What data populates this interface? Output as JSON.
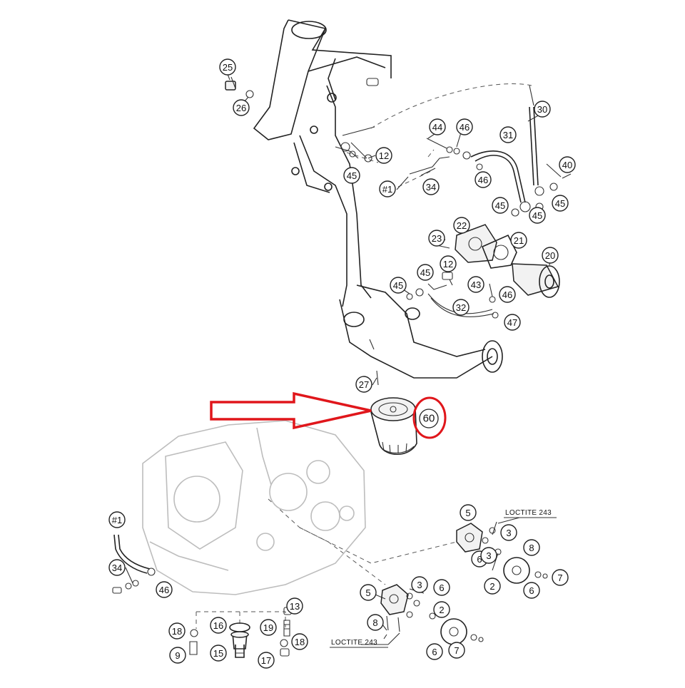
{
  "diagram": {
    "part_numbers": [
      {
        "label": "25"
      },
      {
        "label": "26"
      },
      {
        "label": "12"
      },
      {
        "label": "45"
      },
      {
        "label": "30"
      },
      {
        "label": "44"
      },
      {
        "label": "46"
      },
      {
        "label": "31"
      },
      {
        "label": "46"
      },
      {
        "label": "40"
      },
      {
        "label": "#1"
      },
      {
        "label": "34"
      },
      {
        "label": "45"
      },
      {
        "label": "45"
      },
      {
        "label": "45"
      },
      {
        "label": "22"
      },
      {
        "label": "21"
      },
      {
        "label": "23"
      },
      {
        "label": "20"
      },
      {
        "label": "12"
      },
      {
        "label": "45"
      },
      {
        "label": "45"
      },
      {
        "label": "43"
      },
      {
        "label": "46"
      },
      {
        "label": "32"
      },
      {
        "label": "47"
      },
      {
        "label": "27"
      },
      {
        "label": "#1"
      },
      {
        "label": "34"
      },
      {
        "label": "46"
      },
      {
        "label": "13"
      },
      {
        "label": "18"
      },
      {
        "label": "16"
      },
      {
        "label": "19"
      },
      {
        "label": "9"
      },
      {
        "label": "15"
      },
      {
        "label": "17"
      },
      {
        "label": "18"
      },
      {
        "label": "5"
      },
      {
        "label": "3"
      },
      {
        "label": "6"
      },
      {
        "label": "3"
      },
      {
        "label": "2"
      },
      {
        "label": "8"
      },
      {
        "label": "6"
      },
      {
        "label": "7"
      },
      {
        "label": "5"
      },
      {
        "label": "3"
      },
      {
        "label": "6"
      },
      {
        "label": "8"
      },
      {
        "label": "2"
      },
      {
        "label": "6"
      },
      {
        "label": "7"
      }
    ],
    "highlighted_part": {
      "label": "60",
      "color": "#e0161b"
    },
    "notes": [
      {
        "text": "LOCTITE 243"
      },
      {
        "text": "LOCTITE 243"
      }
    ],
    "arrow": {
      "color": "#e0161b",
      "points_to": "oil-filter"
    }
  }
}
